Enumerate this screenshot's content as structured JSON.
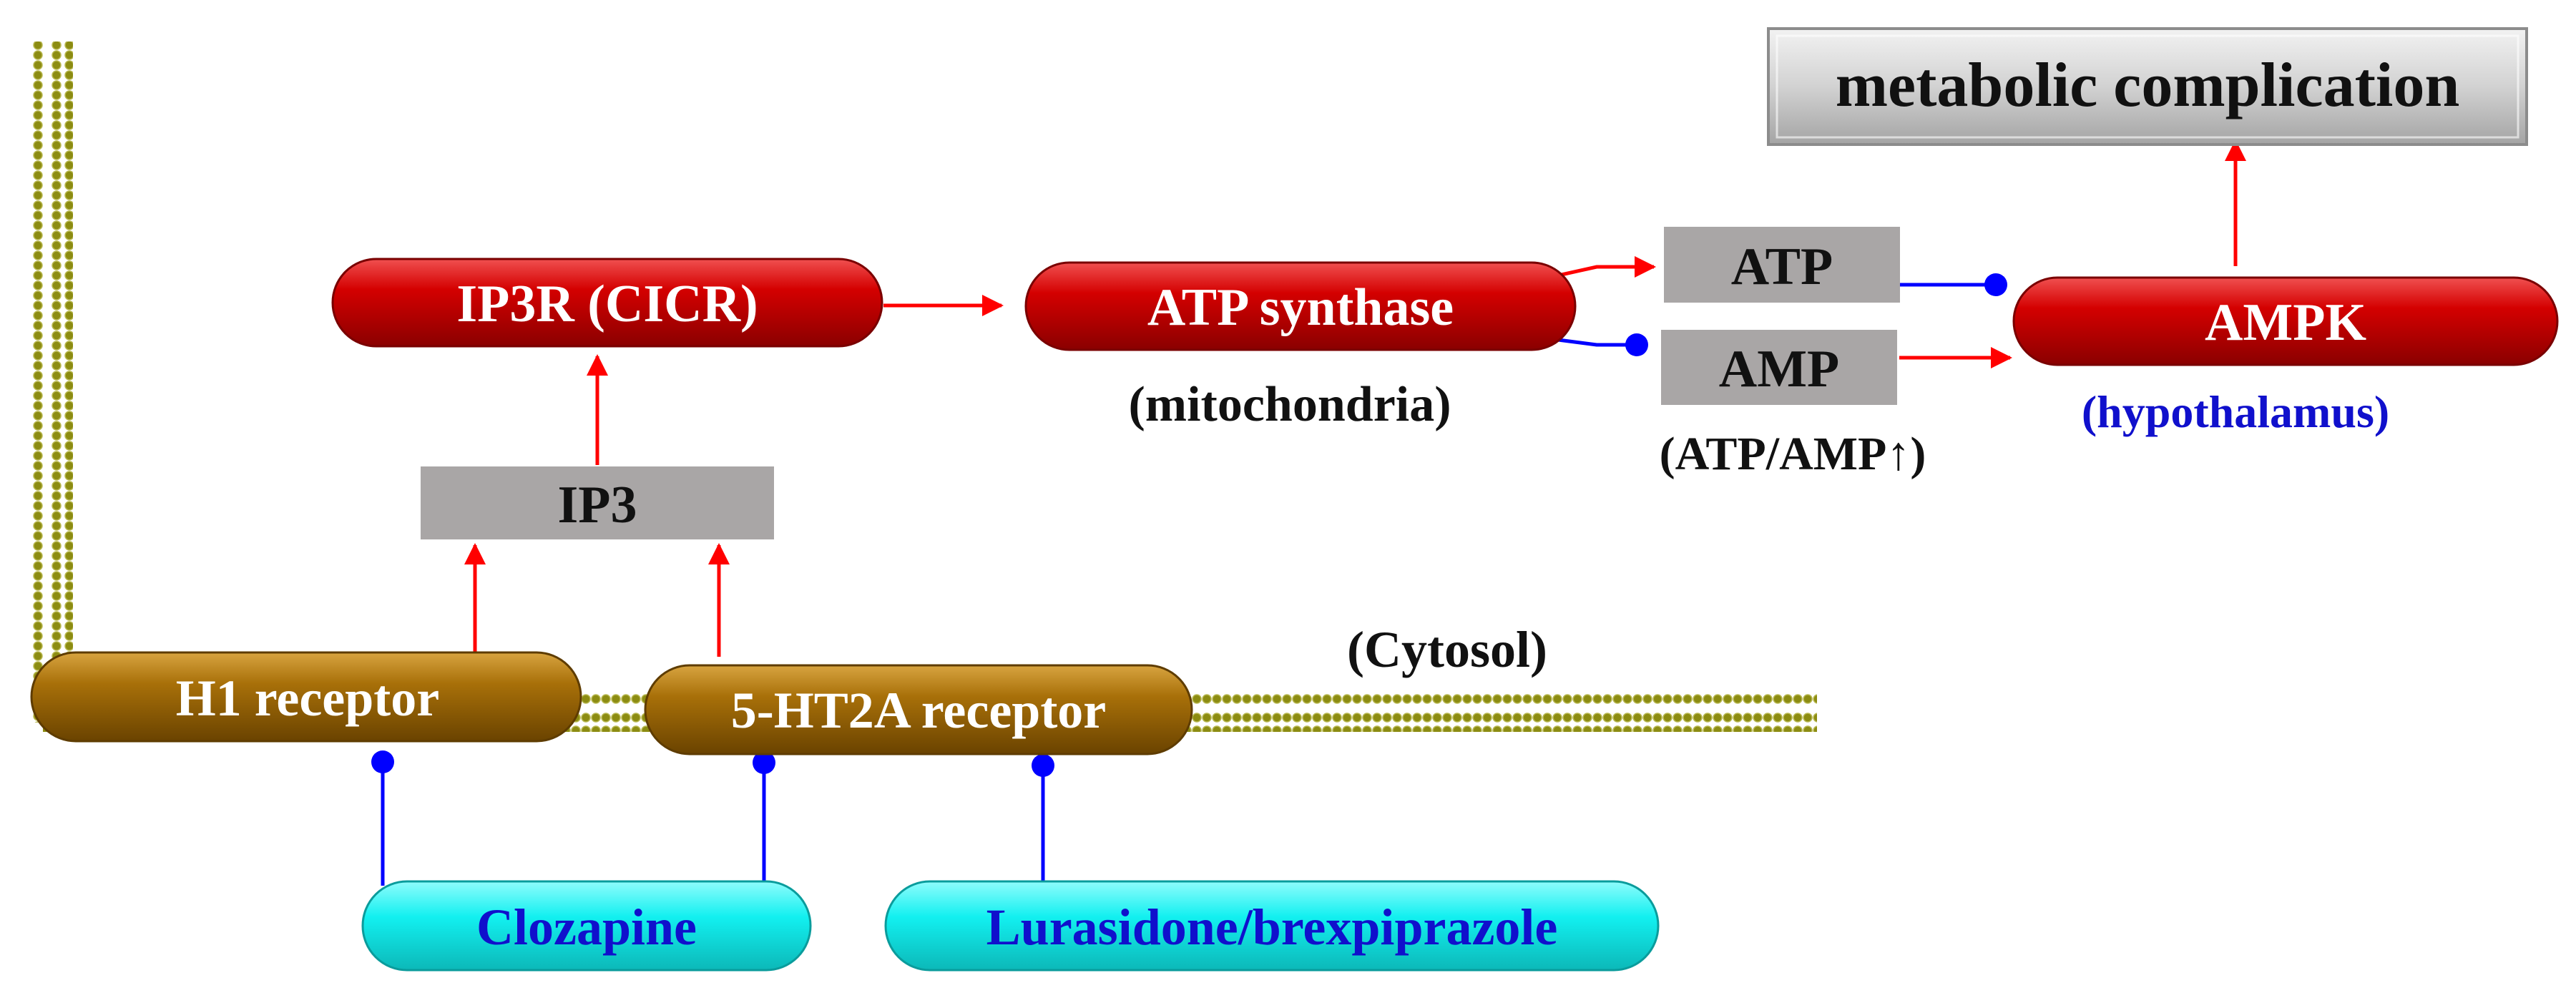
{
  "nodes": {
    "metabolic": "metabolic complication",
    "ip3r": "IP3R (CICR)",
    "atp_synthase": "ATP synthase",
    "atp": "ATP",
    "amp": "AMP",
    "ampk": "AMPK",
    "ip3": "IP3",
    "h1": "H1 receptor",
    "ht2a": "5-HT2A receptor",
    "clozapine": "Clozapine",
    "lurasidone": "Lurasidone/brexpiprazole"
  },
  "labels": {
    "mitochondria": "(mitochondria)",
    "ratio": "(ATP/AMP↑)",
    "hypothalamus": "(hypothalamus)",
    "cytosol": "(Cytosol)"
  },
  "colors": {
    "red_node": "#d40000",
    "brown_node": "#a87009",
    "cyan_node": "#12f0f0",
    "gray_box": "#a9a6a6",
    "membrane": "#8c8c12",
    "arrow_red": "#ff0000",
    "inhibit_blue": "#0000ff",
    "blue_text": "#1010cc"
  }
}
